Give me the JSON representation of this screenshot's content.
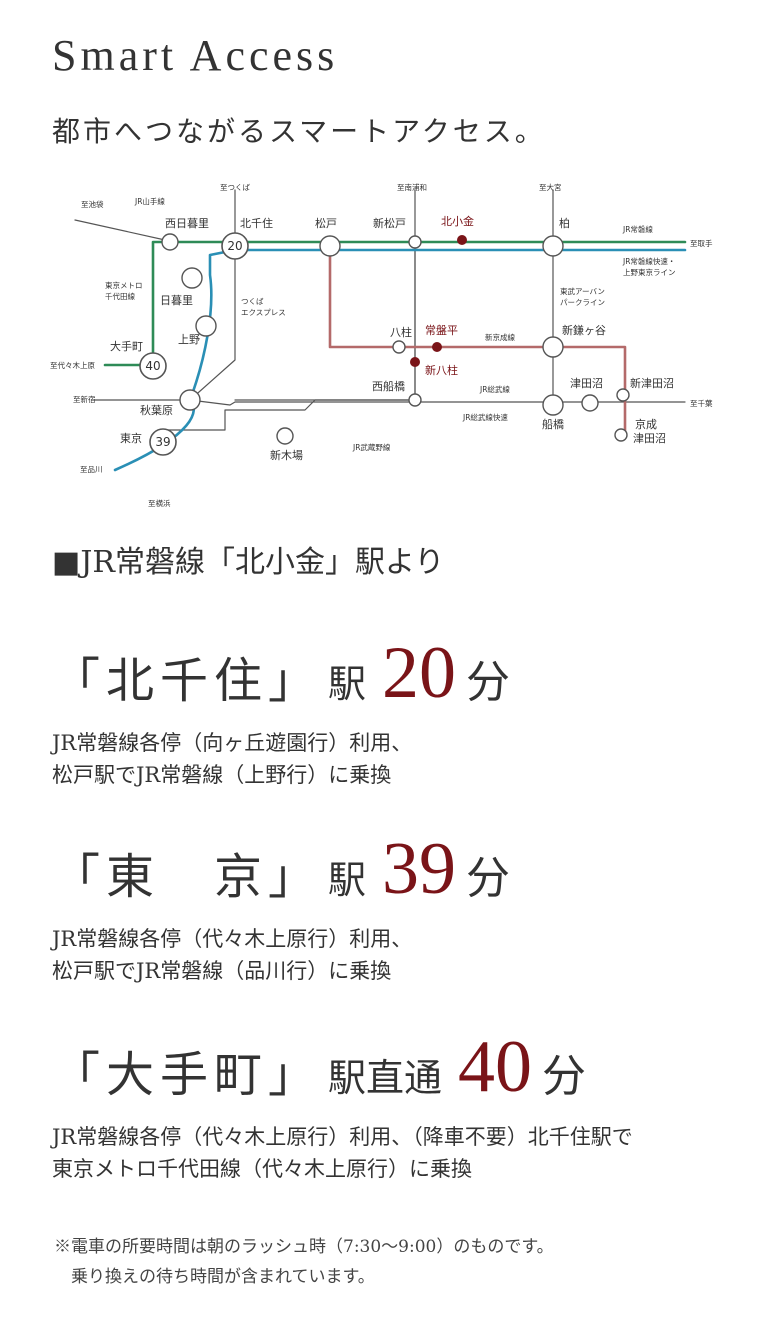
{
  "title": "Smart Access",
  "subtitle": "都市へつながるスマートアクセス。",
  "map": {
    "stations": {
      "nishinippori": "西日暮里",
      "kitasenju": "北千住",
      "matsudo": "松戸",
      "shinmatsudo": "新松戸",
      "kitakogane": "北小金",
      "kashiwa": "柏",
      "nippori": "日暮里",
      "ueno": "上野",
      "otemachi": "大手町",
      "akihabara": "秋葉原",
      "tokyo": "東京",
      "shinkiba": "新木場",
      "yabashira": "八柱",
      "tokiwadaira": "常盤平",
      "shinyahashira": "新八柱",
      "nishifunabashi": "西船橋",
      "shinkamagaya": "新鎌ヶ谷",
      "tsudanuma": "津田沼",
      "shintsudanuma": "新津田沼",
      "funabashi": "船橋",
      "keiseitsudanuma_1": "京成",
      "keiseitsudanuma_2": "津田沼"
    },
    "directions": {
      "ikebukuro": "至池袋",
      "tsukuba": "至つくば",
      "minamiurawa": "至南浦和",
      "omiya": "至大宮",
      "toride": "至取手",
      "yoyogiuehara": "至代々木上原",
      "shinjuku": "至新宿",
      "shinagawa": "至品川",
      "yokohama": "至横浜",
      "chiba": "至千葉"
    },
    "lines": {
      "yamanote": "JR山手線",
      "joban": "JR常磐線",
      "joban_rapid_1": "JR常磐線快速・",
      "joban_rapid_2": "上野東京ライン",
      "chiyoda_1": "東京メトロ",
      "chiyoda_2": "千代田線",
      "tx_1": "つくば",
      "tx_2": "エクスプレス",
      "tobu_1": "東武アーバン",
      "tobu_2": "パークライン",
      "shinkeisei": "新京成線",
      "sobu": "JR総武線",
      "sobu_rapid": "JR総武線快速",
      "musashino": "JR武蔵野線"
    },
    "minute_badges": {
      "kitasenju": "20",
      "otemachi": "40",
      "tokyo": "39"
    },
    "colors": {
      "joban": "#2e8b57",
      "joban_rapid": "#2a8fb5",
      "shinkeisei": "#b46a6a",
      "accent": "#7a1418",
      "gray": "#555555"
    }
  },
  "heading": "■JR常磐線「北小金」駅より",
  "routes": [
    {
      "station": "「北千住」",
      "eki": "駅",
      "minutes": "20",
      "unit": "分",
      "line1": "JR常磐線各停（向ヶ丘遊園行）利用、",
      "line2": "松戸駅でJR常磐線（上野行）に乗換"
    },
    {
      "station": "「東　京」",
      "eki": "駅",
      "minutes": "39",
      "unit": "分",
      "line1": "JR常磐線各停（代々木上原行）利用、",
      "line2": "松戸駅でJR常磐線（品川行）に乗換"
    },
    {
      "station": "「大手町」",
      "eki": "駅直通",
      "minutes": "40",
      "unit": "分",
      "line1": "JR常磐線各停（代々木上原行）利用、（降車不要）北千住駅で",
      "line2": "東京メトロ千代田線（代々木上原行）に乗換"
    }
  ],
  "note": {
    "line1": "※電車の所要時間は朝のラッシュ時（7:30〜9:00）のものです。",
    "line2": "　乗り換えの待ち時間が含まれています。"
  }
}
